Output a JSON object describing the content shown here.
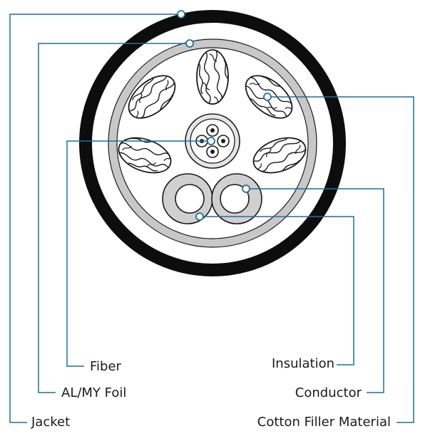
{
  "labels": {
    "fiber": "Fiber",
    "foil": "AL/MY Foil",
    "jacket": "Jacket",
    "insulation": "Insulation",
    "conductor": "Conductor",
    "filler": "Cotton Filler Material"
  },
  "colors": {
    "leader": "#1f6f99",
    "jacket": "#0d0d0d",
    "foil": "#c8c8c8",
    "insulation": "#d0d0d0",
    "stroke": "#1a1a1a"
  }
}
